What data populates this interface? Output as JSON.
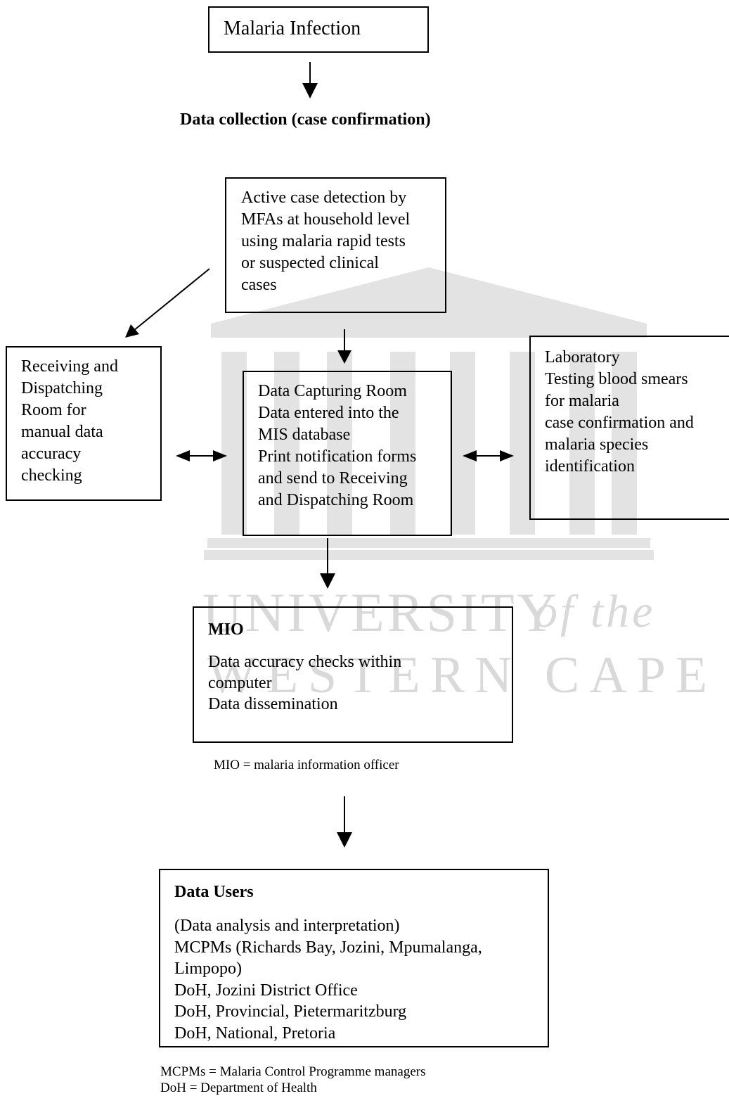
{
  "watermark": {
    "line1_a": "UNIVERSITY",
    "line1_b": "of the",
    "line2": "WESTERN CAPE"
  },
  "top": {
    "infection": "Malaria Infection",
    "collection_heading": "Data collection (case confirmation)"
  },
  "active_detection": {
    "lines": [
      "Active case detection by",
      "MFAs at household level",
      "using malaria rapid tests",
      "or suspected clinical",
      "cases"
    ]
  },
  "receiving": {
    "lines": [
      "Receiving and",
      "Dispatching",
      "Room for",
      "manual data",
      "accuracy",
      "checking"
    ]
  },
  "capturing": {
    "lines": [
      "Data Capturing Room",
      "Data entered into the",
      "MIS database",
      "Print notification forms",
      "and send to Receiving",
      "and Dispatching Room"
    ]
  },
  "laboratory": {
    "lines": [
      "Laboratory",
      "Testing blood smears",
      "for malaria",
      "case confirmation and",
      "malaria species",
      "identification"
    ]
  },
  "mio": {
    "title": "MIO",
    "lines": [
      "Data accuracy checks within",
      "computer",
      "Data dissemination"
    ],
    "footnote": "MIO  = malaria information officer"
  },
  "users": {
    "title": "Data Users",
    "lines": [
      "(Data analysis and interpretation)",
      "MCPMs (Richards Bay, Jozini, Mpumalanga,",
      "Limpopo)",
      "DoH, Jozini District Office",
      "DoH, Provincial, Pietermaritzburg",
      "DoH, National, Pretoria"
    ]
  },
  "footnotes": [
    "MCPMs = Malaria Control Programme managers",
    "DoH = Department of Health"
  ]
}
